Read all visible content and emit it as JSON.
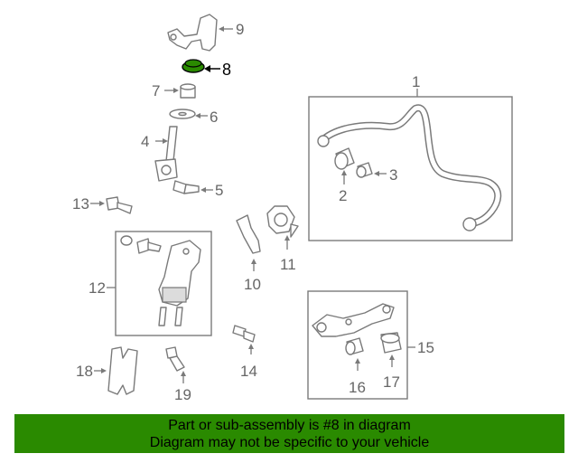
{
  "diagram": {
    "callouts": [
      {
        "id": "c1",
        "label": "1"
      },
      {
        "id": "c2",
        "label": "2"
      },
      {
        "id": "c3",
        "label": "3"
      },
      {
        "id": "c4",
        "label": "4"
      },
      {
        "id": "c5",
        "label": "5"
      },
      {
        "id": "c6",
        "label": "6"
      },
      {
        "id": "c7",
        "label": "7"
      },
      {
        "id": "c8",
        "label": "8"
      },
      {
        "id": "c9",
        "label": "9"
      },
      {
        "id": "c10",
        "label": "10"
      },
      {
        "id": "c11",
        "label": "11"
      },
      {
        "id": "c12",
        "label": "12"
      },
      {
        "id": "c13",
        "label": "13"
      },
      {
        "id": "c14",
        "label": "14"
      },
      {
        "id": "c15",
        "label": "15"
      },
      {
        "id": "c16",
        "label": "16"
      },
      {
        "id": "c17",
        "label": "17"
      },
      {
        "id": "c18",
        "label": "18"
      },
      {
        "id": "c19",
        "label": "19"
      }
    ],
    "highlight_part": "8",
    "highlight_color": "#2a8a00"
  },
  "banner": {
    "line1": "Part or sub-assembly is #8 in diagram",
    "line2": "Diagram may not be specific to your vehicle",
    "background": "#2a8a00"
  }
}
